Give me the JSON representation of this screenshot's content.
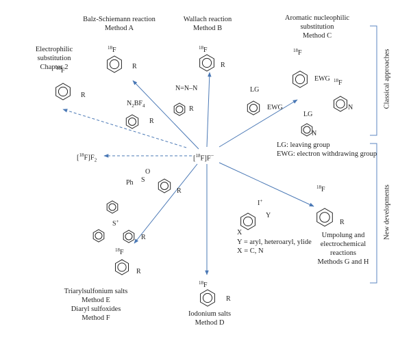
{
  "center": {
    "label_pre": "[",
    "label_sup": "18",
    "label_post": "F]F",
    "label_minus": "−"
  },
  "f2_label": {
    "pre": "[",
    "sup": "18",
    "post": "F]F",
    "sub": "2"
  },
  "reactions": {
    "electrophilic": {
      "line1": "Electrophilic",
      "line2": "substitution",
      "line3": "Chapter 2"
    },
    "balz": {
      "line1": "Balz-Schiemann reaction",
      "line2": "Method A"
    },
    "wallach": {
      "line1": "Wallach reaction",
      "line2": "Method B"
    },
    "aromatic": {
      "line1": "Aromatic nucleophilic",
      "line2": "substitution",
      "line3": "Method C"
    },
    "umpolung": {
      "line1": "Umpolung and",
      "line2": "electrochemical",
      "line3": "reactions",
      "line4": "Methods G and H"
    },
    "iodonium": {
      "line1": "Iodonium salts",
      "line2": "Method D"
    },
    "triaryl": {
      "line1": "Triarylsulfonium salts",
      "line2": "Method E",
      "line3": "Diaryl sulfoxides",
      "line4": "Method F"
    }
  },
  "legend": {
    "lg": "LG: leaving group",
    "ewg": "EWG: electron withdrawing group"
  },
  "iodonium_legend": {
    "y": "Y = aryl, heteroaryl, ylide",
    "x": "X = C, N"
  },
  "groups": {
    "classical": "Classical approaches",
    "new": "New developments"
  },
  "atoms": {
    "r": "R",
    "f18_sup": "18",
    "f": "F",
    "ewg": "EWG",
    "lg": "LG",
    "n": "N",
    "x": "X",
    "y": "Y",
    "i": "I",
    "plus": "+",
    "s": "S",
    "o": "O",
    "ph": "Ph",
    "n2bf4": "N",
    "n2bf4_rest": "BF",
    "n2_sub": "2",
    "bf4_sub": "4"
  },
  "colors": {
    "arrow": "#4a78b5",
    "bracket": "#5b86c0",
    "ink": "#222222"
  }
}
